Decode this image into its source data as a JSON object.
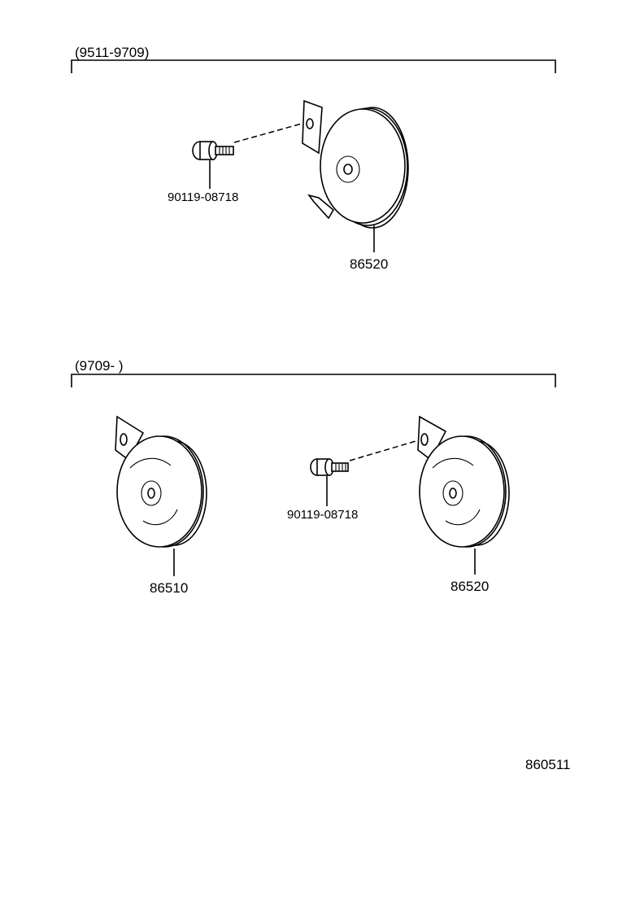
{
  "sections": [
    {
      "date_range": "(9511-9709)",
      "parts": [
        {
          "part_number": "90119-08718",
          "component": "bolt"
        },
        {
          "part_number": "86520",
          "component": "horn"
        }
      ]
    },
    {
      "date_range": "(9709-        )",
      "parts": [
        {
          "part_number": "86510",
          "component": "horn"
        },
        {
          "part_number": "90119-08718",
          "component": "bolt"
        },
        {
          "part_number": "86520",
          "component": "horn"
        }
      ]
    }
  ],
  "illustration_code": "860511"
}
